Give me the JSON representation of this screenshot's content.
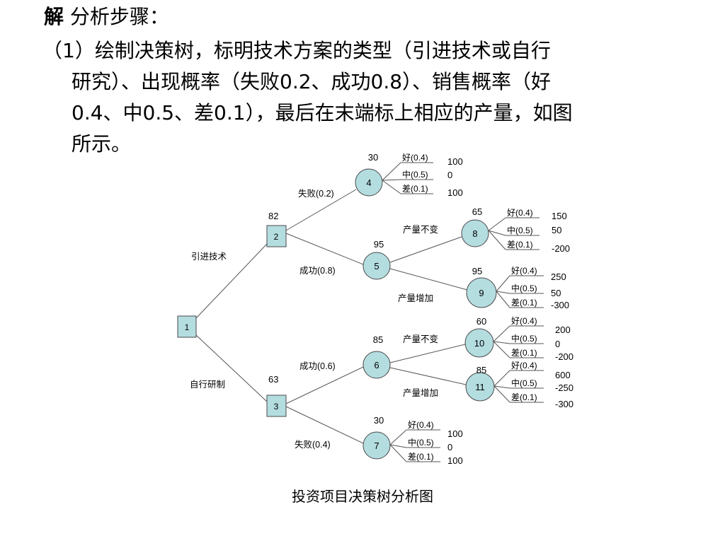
{
  "heading": {
    "bold": "解",
    "rest": " 分析步骤："
  },
  "paragraph": {
    "lines": [
      "（1）绘制决策树，标明技术方案的类型（引进技术或自行",
      "研究）、出现概率（失败0.2、成功0.8）、销售概率（好",
      "0.4、中0.5、差0.1），最后在末端标上相应的产量，如图",
      "所示。"
    ]
  },
  "caption": "投资项目决策树分析图",
  "tree": {
    "colors": {
      "line": "#555555",
      "node_fill": "#b4dde0",
      "node_stroke": "#4a4a4a"
    },
    "decision_nodes": [
      {
        "id": "1",
        "value": ""
      },
      {
        "id": "2",
        "value": "82"
      },
      {
        "id": "3",
        "value": "63"
      }
    ],
    "chance_nodes": [
      {
        "id": "4",
        "value": "30"
      },
      {
        "id": "5",
        "value": "95"
      },
      {
        "id": "6",
        "value": "85"
      },
      {
        "id": "7",
        "value": "30"
      },
      {
        "id": "8",
        "value": "65"
      },
      {
        "id": "9",
        "value": "95"
      },
      {
        "id": "10",
        "value": "60"
      },
      {
        "id": "11",
        "value": "85"
      }
    ],
    "branch_labels": {
      "introduce": "引进技术",
      "self_research": "自行研制",
      "fail_02": "失败(0.2)",
      "success_08": "成功(0.8)",
      "success_06": "成功(0.6)",
      "fail_04": "失败(0.4)",
      "output_same_1": "产量不变",
      "output_up_1": "产量增加",
      "output_same_2": "产量不变",
      "output_up_2": "产量增加"
    },
    "outcome_groups": [
      {
        "node": "4",
        "labels": [
          "好(0.4)",
          "中(0.5)",
          "差(0.1)"
        ],
        "values": [
          "100",
          "0",
          "100"
        ]
      },
      {
        "node": "8",
        "labels": [
          "好(0.4)",
          "中(0.5)",
          "差(0.1)"
        ],
        "values": [
          "150",
          "50",
          "-200"
        ]
      },
      {
        "node": "9",
        "labels": [
          "好(0.4)",
          "中(0.5)",
          "差(0.1)"
        ],
        "values": [
          "250",
          "50",
          "-300"
        ]
      },
      {
        "node": "10",
        "labels": [
          "好(0.4)",
          "中(0.5)",
          "差(0.1)"
        ],
        "values": [
          "200",
          "0",
          "-200"
        ]
      },
      {
        "node": "11",
        "labels": [
          "好(0.4)",
          "中(0.5)",
          "差(0.1)"
        ],
        "values": [
          "600",
          "-250",
          "-300"
        ]
      },
      {
        "node": "7",
        "labels": [
          "好(0.4)",
          "中(0.5)",
          "差(0.1)"
        ],
        "values": [
          "100",
          "0",
          "100"
        ]
      }
    ]
  }
}
